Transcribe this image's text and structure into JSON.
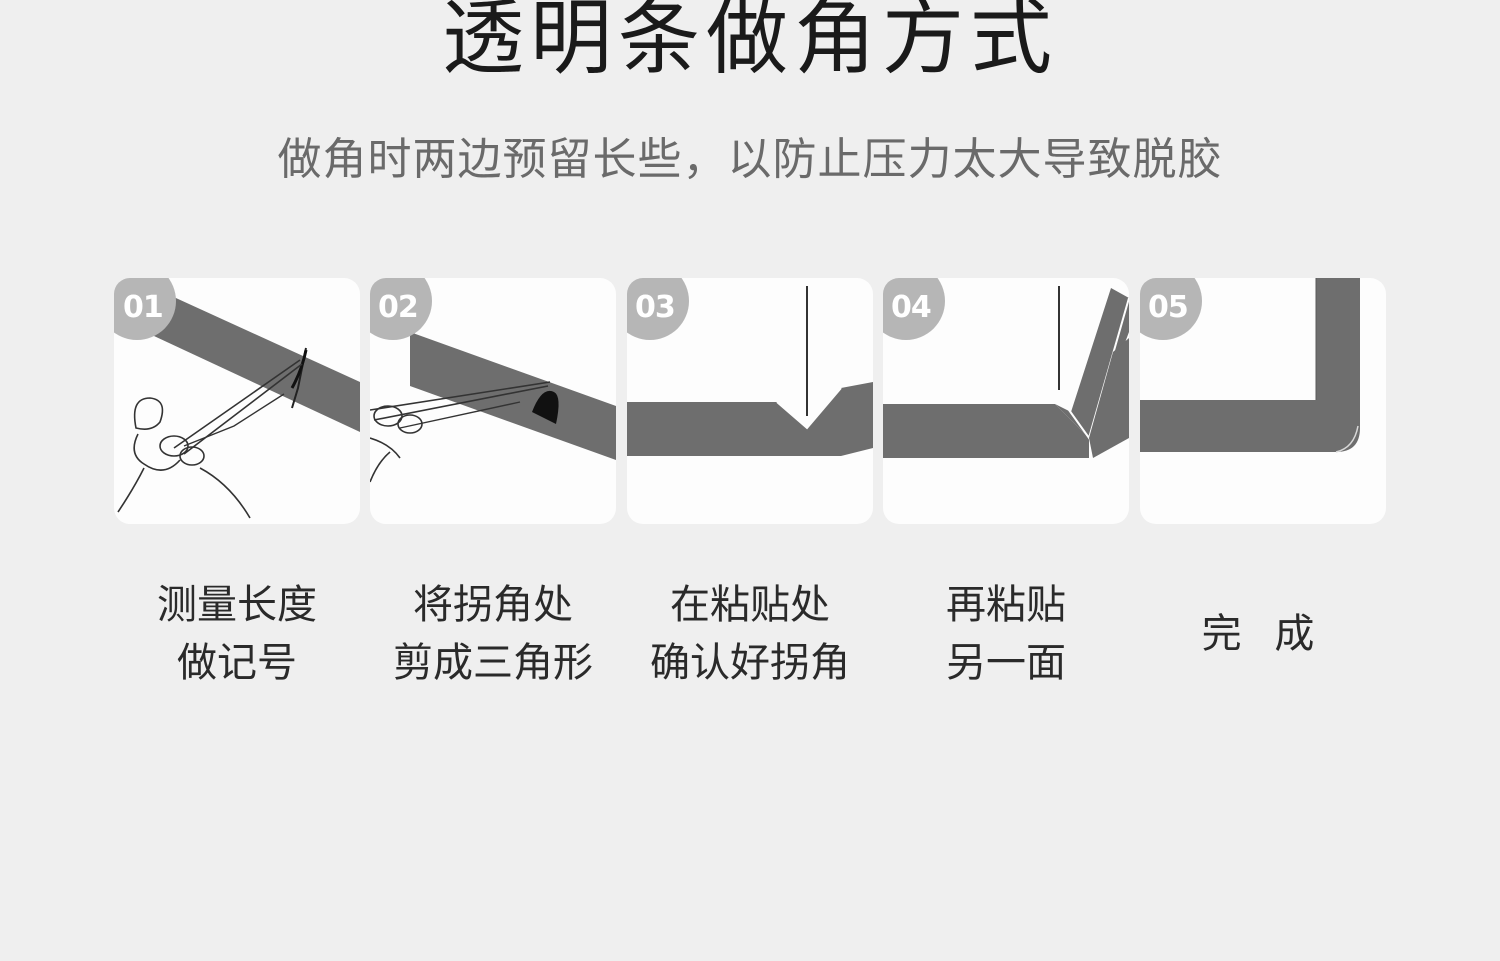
{
  "header": {
    "title": "透明条做角方式",
    "subtitle": "做角时两边预留长些，以防止压力太大导致脱胶"
  },
  "steps": [
    {
      "number": "01",
      "line1": "测量长度",
      "line2": "做记号"
    },
    {
      "number": "02",
      "line1": "将拐角处",
      "line2": "剪成三角形"
    },
    {
      "number": "03",
      "line1": "在粘贴处",
      "line2": "确认好拐角"
    },
    {
      "number": "04",
      "line1": "再粘贴",
      "line2": "另一面"
    },
    {
      "number": "05",
      "line1": "完 成",
      "line2": ""
    }
  ],
  "colors": {
    "background": "#efefef",
    "card": "#fdfdfd",
    "strip": "#6e6e6e",
    "badge": "#b6b6b6"
  }
}
